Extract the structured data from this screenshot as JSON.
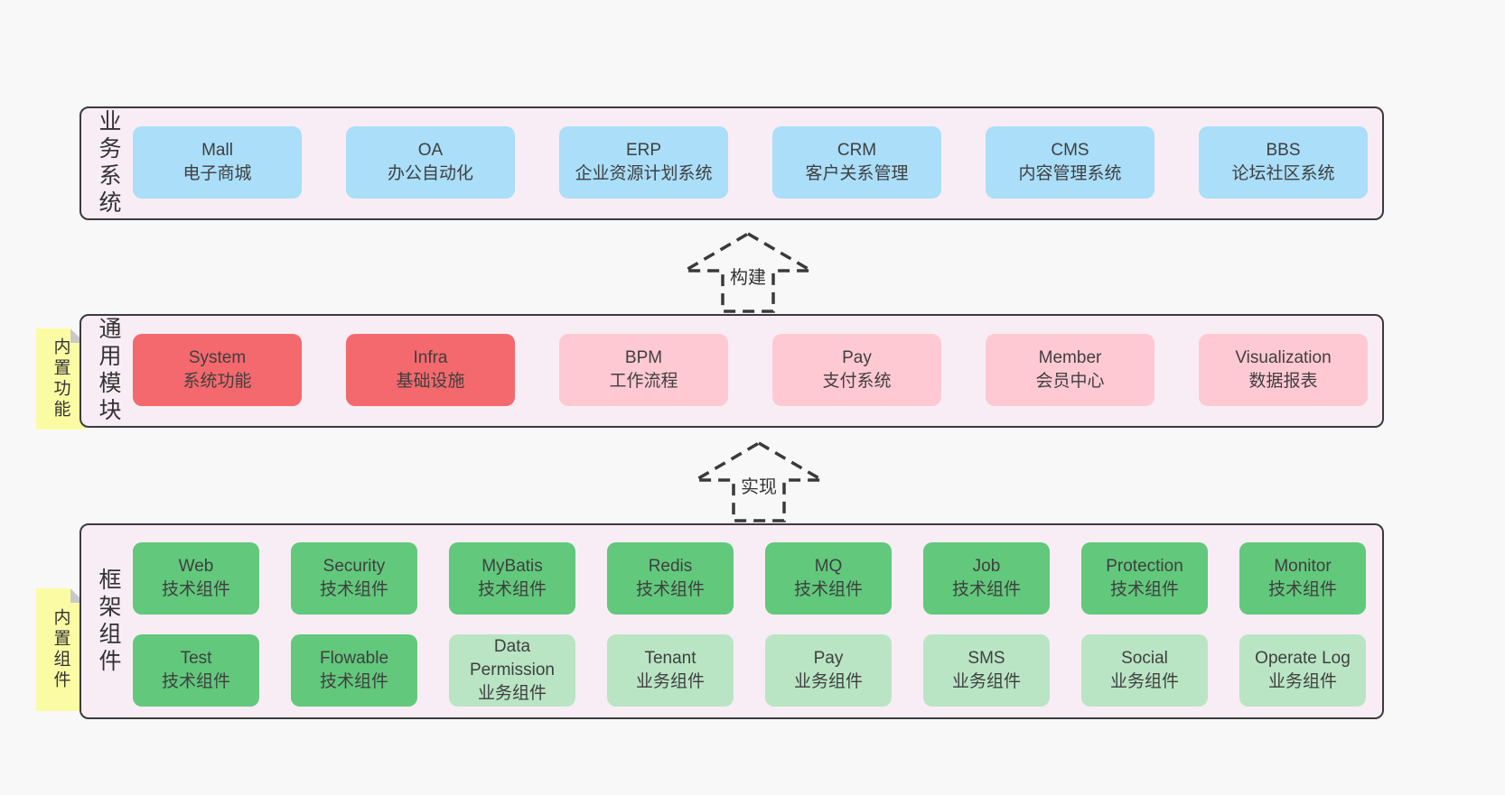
{
  "diagram": {
    "layers": [
      {
        "title": "业务系统",
        "rows": [
          [
            {
              "title": "Mall",
              "subtitle": "电子商城",
              "variant": "blue"
            },
            {
              "title": "OA",
              "subtitle": "办公自动化",
              "variant": "blue"
            },
            {
              "title": "ERP",
              "subtitle": "企业资源计划系统",
              "variant": "blue"
            },
            {
              "title": "CRM",
              "subtitle": "客户关系管理",
              "variant": "blue"
            },
            {
              "title": "CMS",
              "subtitle": "内容管理系统",
              "variant": "blue"
            },
            {
              "title": "BBS",
              "subtitle": "论坛社区系统",
              "variant": "blue"
            }
          ]
        ]
      },
      {
        "title": "通用模块",
        "note": "内置功能",
        "rows": [
          [
            {
              "title": "System",
              "subtitle": "系统功能",
              "variant": "red"
            },
            {
              "title": "Infra",
              "subtitle": "基础设施",
              "variant": "red"
            },
            {
              "title": "BPM",
              "subtitle": "工作流程",
              "variant": "pink"
            },
            {
              "title": "Pay",
              "subtitle": "支付系统",
              "variant": "pink"
            },
            {
              "title": "Member",
              "subtitle": "会员中心",
              "variant": "pink"
            },
            {
              "title": "Visualization",
              "subtitle": "数据报表",
              "variant": "pink"
            }
          ]
        ]
      },
      {
        "title": "框架组件",
        "note": "内置组件",
        "rows": [
          [
            {
              "title": "Web",
              "subtitle": "技术组件",
              "variant": "green"
            },
            {
              "title": "Security",
              "subtitle": "技术组件",
              "variant": "green"
            },
            {
              "title": "MyBatis",
              "subtitle": "技术组件",
              "variant": "green"
            },
            {
              "title": "Redis",
              "subtitle": "技术组件",
              "variant": "green"
            },
            {
              "title": "MQ",
              "subtitle": "技术组件",
              "variant": "green"
            },
            {
              "title": "Job",
              "subtitle": "技术组件",
              "variant": "green"
            },
            {
              "title": "Protection",
              "subtitle": "技术组件",
              "variant": "green"
            },
            {
              "title": "Monitor",
              "subtitle": "技术组件",
              "variant": "green"
            }
          ],
          [
            {
              "title": "Test",
              "subtitle": "技术组件",
              "variant": "green"
            },
            {
              "title": "Flowable",
              "subtitle": "技术组件",
              "variant": "green"
            },
            {
              "title": "Data Permission",
              "subtitle": "业务组件",
              "variant": "light-green"
            },
            {
              "title": "Tenant",
              "subtitle": "业务组件",
              "variant": "light-green"
            },
            {
              "title": "Pay",
              "subtitle": "业务组件",
              "variant": "light-green"
            },
            {
              "title": "SMS",
              "subtitle": "业务组件",
              "variant": "light-green"
            },
            {
              "title": "Social",
              "subtitle": "业务组件",
              "variant": "light-green"
            },
            {
              "title": "Operate Log",
              "subtitle": "业务组件",
              "variant": "light-green"
            }
          ]
        ]
      }
    ],
    "arrows": [
      {
        "label": "构建"
      },
      {
        "label": "实现"
      }
    ],
    "colors": {
      "page_bg": "#f8f8f8",
      "panel_bg": "#f8edf5",
      "panel_border": "#3b3b3b",
      "blue": "#aadef9",
      "red": "#f4696d",
      "pink": "#ffc9d3",
      "green": "#62c87c",
      "light_green": "#b9e5c4",
      "sticky_yellow": "#fbfba4",
      "sticky_fold": "#c9c9c9",
      "text": "#3f3f3f"
    }
  }
}
